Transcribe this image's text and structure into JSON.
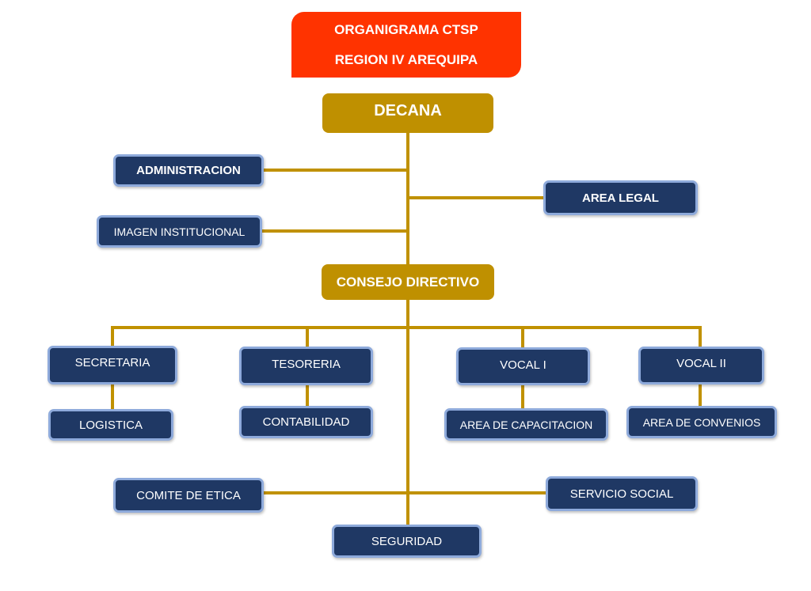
{
  "header": {
    "title_line1": "ORGANIGRAMA CTSP",
    "title_line2": "REGION IV AREQUIPA"
  },
  "colors": {
    "title_bg": "#ff3300",
    "gold": "#bf9000",
    "connector": "#c09100",
    "navy": "#1f3864",
    "navy_border": "#8eaadb"
  },
  "nodes": {
    "decana": "DECANA",
    "administracion": "ADMINISTRACION",
    "area_legal": "AREA LEGAL",
    "imagen_institucional": "IMAGEN INSTITUCIONAL",
    "consejo_directivo": "CONSEJO DIRECTIVO",
    "secretaria": "SECRETARIA",
    "logistica": "LOGISTICA",
    "tesoreria": "TESORERIA",
    "contabilidad": "CONTABILIDAD",
    "vocal_1": "VOCAL I",
    "area_capacitacion": "AREA DE CAPACITACION",
    "vocal_2": "VOCAL II",
    "area_convenios": "AREA DE CONVENIOS",
    "comite_etica": "COMITE DE ETICA",
    "servicio_social": "SERVICIO SOCIAL",
    "seguridad": "SEGURIDAD"
  },
  "hierarchy": [
    {
      "parent": "DECANA",
      "children": [
        "ADMINISTRACION",
        "AREA LEGAL",
        "IMAGEN INSTITUCIONAL",
        "CONSEJO DIRECTIVO"
      ]
    },
    {
      "parent": "CONSEJO DIRECTIVO",
      "children": [
        "SECRETARIA",
        "TESORERIA",
        "VOCAL I",
        "VOCAL II",
        "COMITE DE ETICA",
        "SERVICIO SOCIAL",
        "SEGURIDAD"
      ]
    },
    {
      "parent": "SECRETARIA",
      "children": [
        "LOGISTICA"
      ]
    },
    {
      "parent": "TESORERIA",
      "children": [
        "CONTABILIDAD"
      ]
    },
    {
      "parent": "VOCAL I",
      "children": [
        "AREA DE CAPACITACION"
      ]
    },
    {
      "parent": "VOCAL II",
      "children": [
        "AREA DE CONVENIOS"
      ]
    }
  ]
}
